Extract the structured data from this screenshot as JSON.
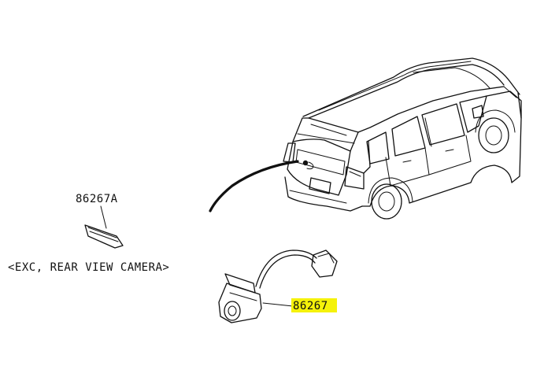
{
  "labels": {
    "part_a": "86267A",
    "part_b": "86267",
    "note": "<EXC, REAR VIEW CAMERA>"
  },
  "colors": {
    "line": "#111111",
    "highlight": "#f5f20a",
    "background": "#ffffff"
  },
  "icons": {
    "vehicle": "suv-rear-three-quarter",
    "cover": "camera-cover-plate",
    "camera": "rear-view-camera-with-harness"
  }
}
